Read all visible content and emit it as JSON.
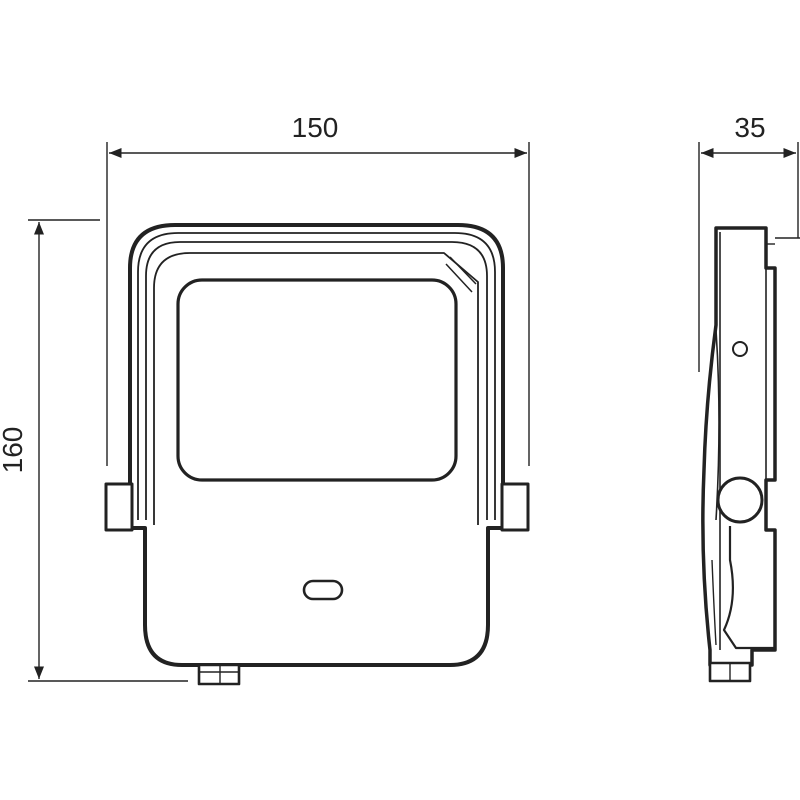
{
  "dimensions": {
    "width": "150",
    "height": "160",
    "depth": "35"
  }
}
